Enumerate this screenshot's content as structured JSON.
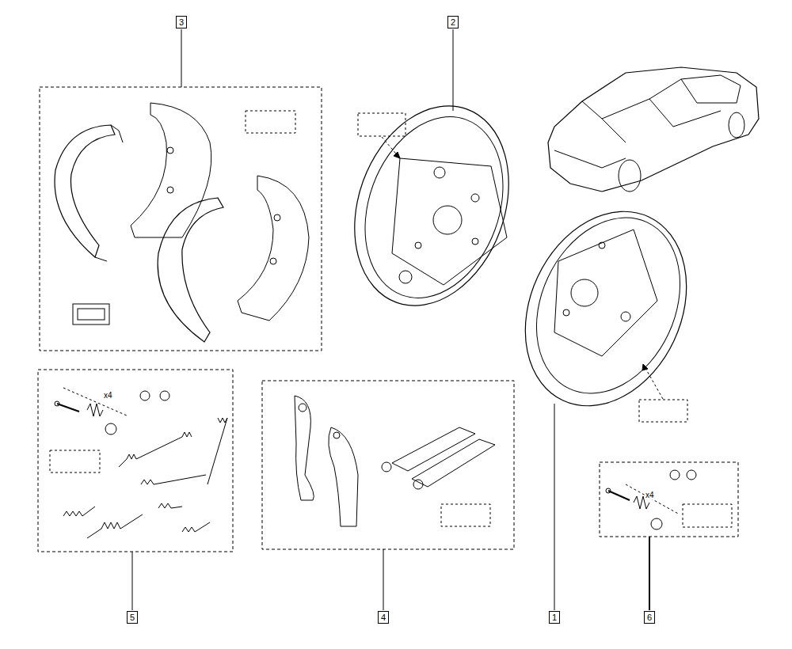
{
  "diagram": {
    "nodes": [
      {
        "text": [
          "3"
        ]
      },
      {
        "text": [
          "2"
        ]
      },
      {
        "text": [
          "5"
        ]
      },
      {
        "text": [
          "4"
        ]
      },
      {
        "text": [
          "1"
        ]
      },
      {
        "text": [
          "6"
        ]
      }
    ],
    "labels": [
      "x4",
      "x4"
    ]
  }
}
